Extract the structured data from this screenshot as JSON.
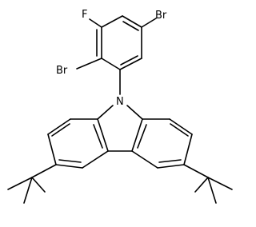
{
  "molecule": {
    "atoms": {
      "br_top": "Br",
      "f": "F",
      "br_left": "Br",
      "n": "N"
    },
    "colors": {
      "bond": "#000000",
      "text": "#000000",
      "background": "#ffffff"
    }
  }
}
